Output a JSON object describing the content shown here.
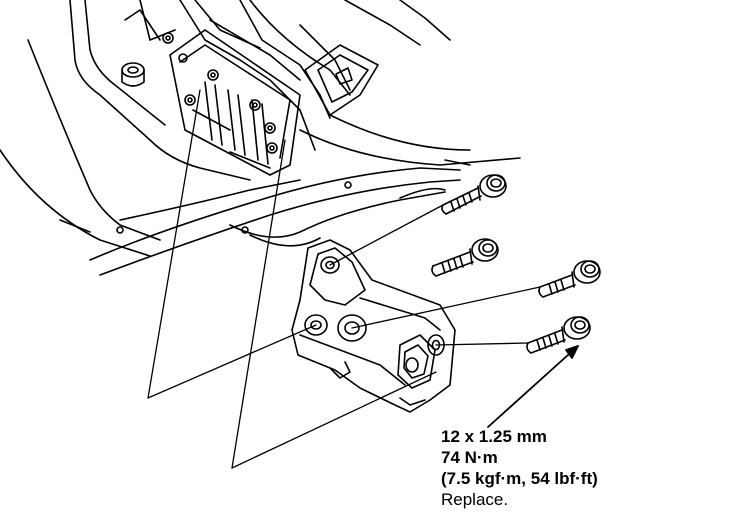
{
  "spec": {
    "size": "12 x 1.25 mm",
    "torque_nm": "74 N·m",
    "torque_alt": "(7.5 kgf·m, 54 lbf·ft)",
    "note": "Replace."
  },
  "colors": {
    "ink": "#000000",
    "paper": "#ffffff"
  }
}
